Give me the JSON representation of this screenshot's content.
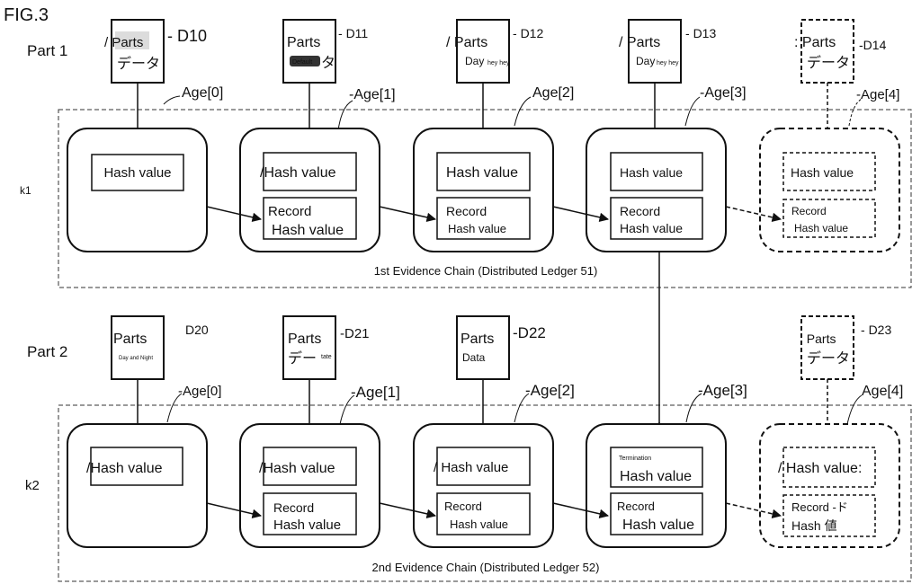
{
  "figure_label": "FIG.3",
  "parts": [
    {
      "label": "Part 1",
      "axis_label": "k1",
      "chain_caption": "1st Evidence Chain (Distributed Ledger 51)"
    },
    {
      "label": "Part 2",
      "axis_label": "k2",
      "chain_caption": "2nd Evidence Chain (Distributed Ledger 52)"
    }
  ],
  "docs_row1": [
    {
      "id": "D10",
      "line1": "/ Parts",
      "line2": "データ",
      "dashed": false
    },
    {
      "id": "D11",
      "line1": "Parts",
      "line2": "タ",
      "tag": "Default",
      "dashed": false
    },
    {
      "id": "D12",
      "line1": "/ Parts",
      "line2": "Day",
      "small": "hey hey",
      "dashed": false
    },
    {
      "id": "D13",
      "line1": "/ Parts",
      "line2": "Day",
      "small": "hey hey",
      "dashed": false
    },
    {
      "id": "D14",
      "line1": ": Parts",
      "line2": "データ",
      "dashed": true
    }
  ],
  "docs_row2": [
    {
      "id": "D20",
      "line1": "Parts",
      "line2": "Day and Night",
      "dashed": false
    },
    {
      "id": "D21",
      "line1": "Parts",
      "line2": "デー",
      "small": "tate",
      "dashed": false
    },
    {
      "id": "D22",
      "line1": "Parts",
      "line2": "Data",
      "dashed": false
    },
    {
      "id": "D23",
      "line1": ": Parts",
      "line2": "データ",
      "dashed": true
    }
  ],
  "ages_row1": [
    "Age[0]",
    "-Age[1]",
    "Age[2]",
    "-Age[3]",
    "-Age[4]"
  ],
  "ages_row2": [
    "-Age[0]",
    "-Age[1]",
    "-Age[2]",
    "-Age[3]",
    "Age[4]"
  ],
  "blocks_row1": [
    {
      "hash": "Hash value",
      "record": null,
      "dashed": false
    },
    {
      "hash": "/Hash value",
      "record": [
        "Record",
        "Hash value"
      ],
      "dashed": false
    },
    {
      "hash": "Hash value",
      "record": [
        "Record",
        "Hash value"
      ],
      "dashed": false
    },
    {
      "hash": "Hash value",
      "record": [
        "Record",
        "Hash value"
      ],
      "dashed": false
    },
    {
      "hash": "Hash value",
      "record": [
        "Record",
        "Hash value"
      ],
      "dashed": true
    }
  ],
  "blocks_row2": [
    {
      "hash": "/Hash value",
      "record": null,
      "dashed": false
    },
    {
      "hash": "/Hash value",
      "record": [
        "Record",
        "Hash value"
      ],
      "dashed": false
    },
    {
      "hash": "/ Hash value",
      "record": [
        "Record",
        "Hash value"
      ],
      "dashed": false
    },
    {
      "hash": "Hash value",
      "tag": "Termination",
      "record": [
        "Record",
        "Hash value"
      ],
      "dashed": false
    },
    {
      "hash": "/ Hash value:",
      "record": [
        "Record -ド",
        "Hash 値"
      ],
      "dashed": true
    }
  ],
  "colors": {
    "ink": "#111111",
    "tag_fill": "#333333",
    "tag_text": "#ffffff",
    "label_tint": "#dcdcdc"
  }
}
